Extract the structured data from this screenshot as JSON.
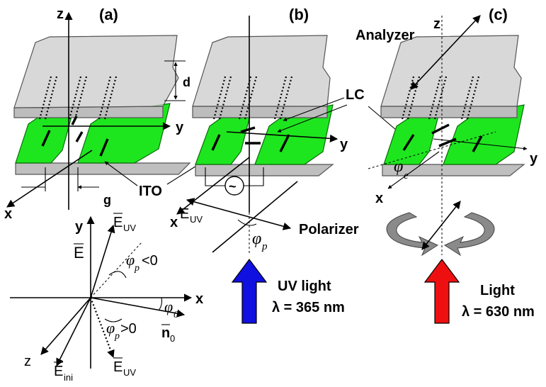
{
  "panels": {
    "a": {
      "label": "(a)",
      "axis_z": "z",
      "axis_y": "y",
      "axis_x": "x",
      "dim_d": "d",
      "dim_g": "g",
      "ito": "ITO"
    },
    "b": {
      "label": "(b)",
      "axis_y": "y",
      "axis_x": "x",
      "lc": "LC",
      "source": "~",
      "e_uv_main": "E",
      "e_uv_sub": "UV",
      "phi_main": "φ",
      "phi_sub": "p",
      "polarizer": "Polarizer",
      "light_line1": "UV light",
      "light_line2": "λ = 365 nm"
    },
    "c": {
      "label": "(c)",
      "analyzer": "Analyzer",
      "axis_z": "z",
      "axis_y": "y",
      "axis_x": "x",
      "phi_main": "φ",
      "phi_sub": "e",
      "light_line1": "Light",
      "light_line2": "λ = 630 nm"
    }
  },
  "vectors": {
    "axis_y": "y",
    "axis_x": "x",
    "axis_z": "z",
    "e_field": "E",
    "e_uv_main": "E",
    "e_uv_sub": "UV",
    "phi_p_neg_main": "φ",
    "phi_p_neg_sub": "p",
    "phi_p_neg_rel": "<0",
    "phi_0_main": "φ",
    "phi_0_sub": "0",
    "phi_p_pos_main": "φ",
    "phi_p_pos_sub": "p",
    "phi_p_pos_rel": ">0",
    "n0_main": "n",
    "n0_sub": "0",
    "e_ini_main": "E",
    "e_ini_sub": "ini",
    "e_uv2_main": "E",
    "e_uv2_sub": "UV"
  },
  "colors": {
    "ito_green": "#1ee61e",
    "glass_gray": "#c9c9c9",
    "uv_arrow": "#1010e0",
    "red_arrow": "#ee1010",
    "rotation_arrow": "#8a8a8a"
  }
}
